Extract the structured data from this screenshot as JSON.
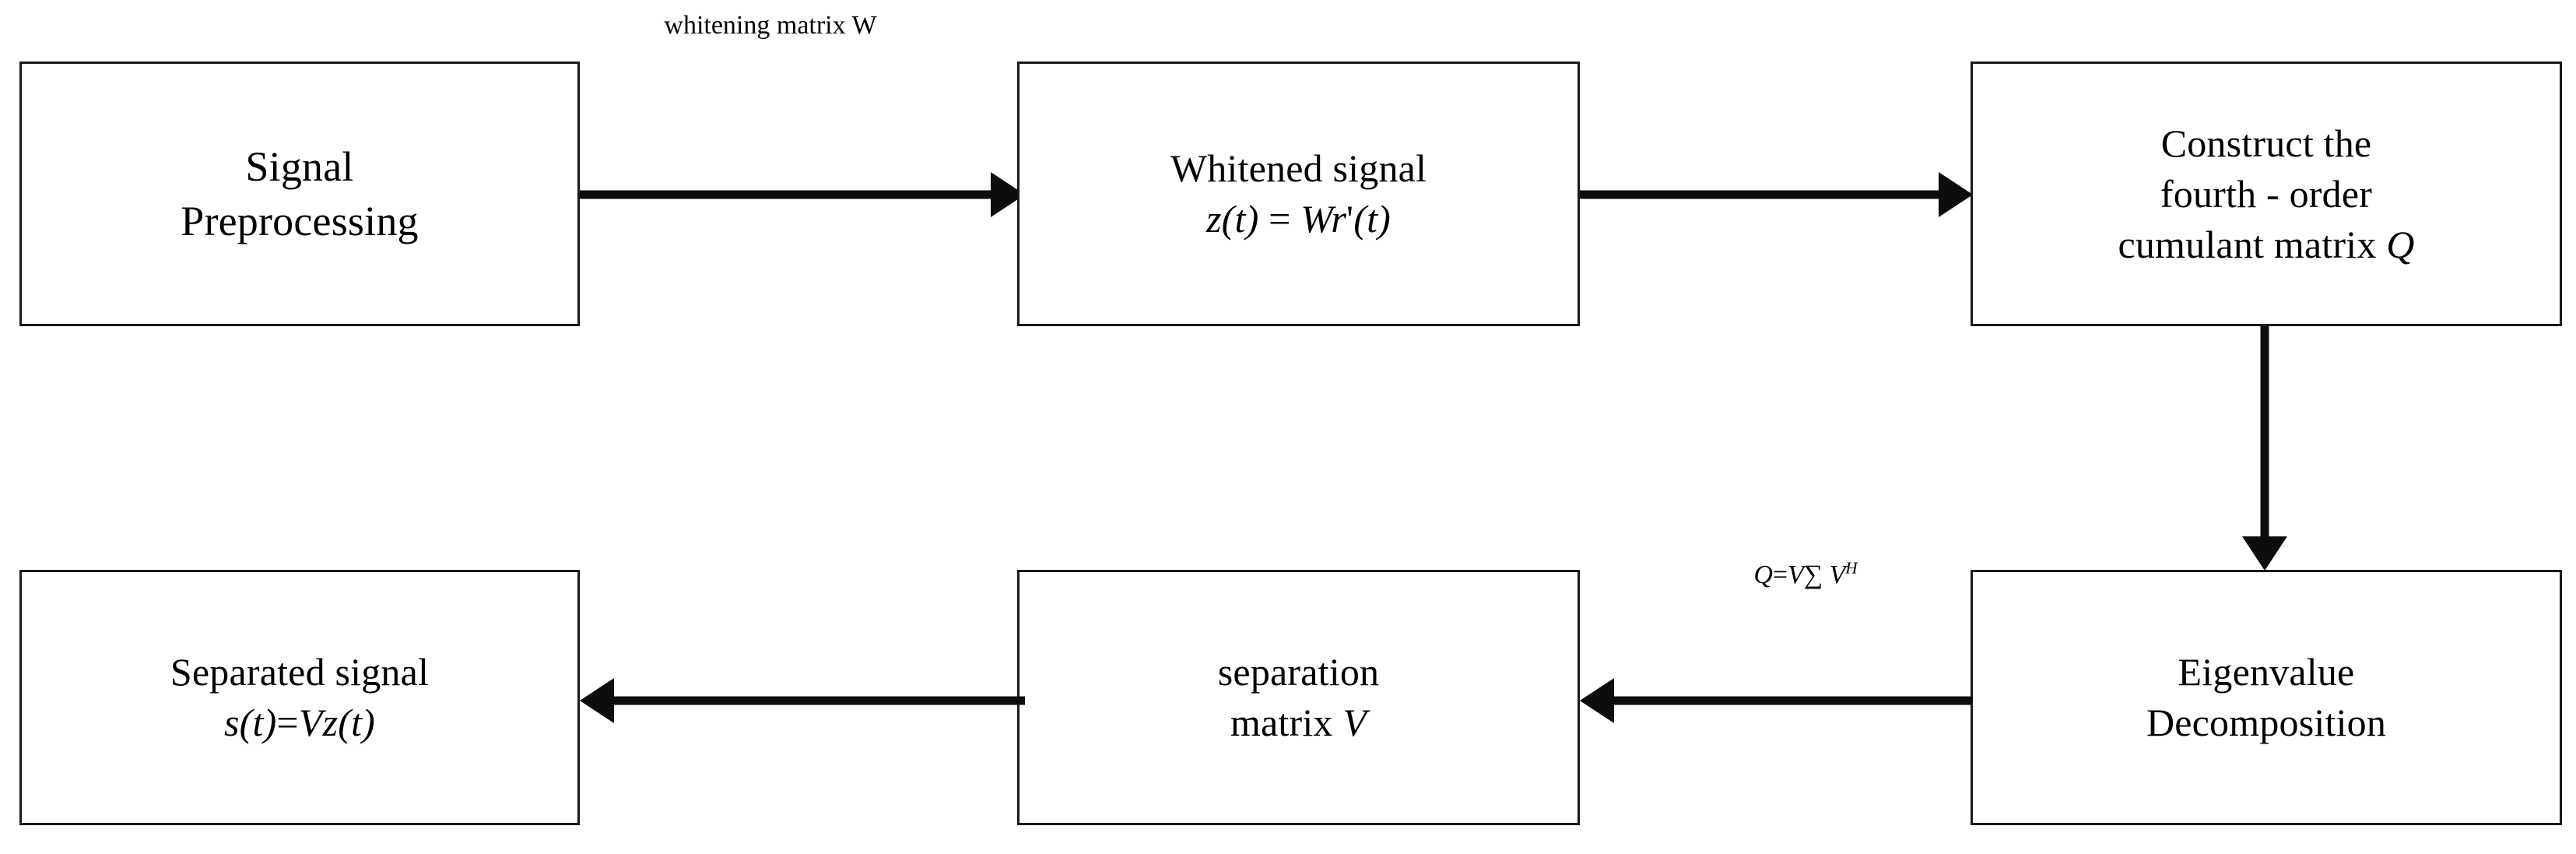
{
  "diagram": {
    "title": "Blind source separation (JADE / fourth-order cumulant) flowchart",
    "stroke_color": "#1a1a1a",
    "background_color": "#ffffff"
  },
  "nodes": [
    {
      "id": "signal-preprocessing",
      "lines": [
        "Signal",
        "Preprocessing"
      ]
    },
    {
      "id": "whitened-signal",
      "lines": [
        "Whitened signal"
      ],
      "formula": {
        "lhs": "z",
        "arg1": "(t)",
        "eq": " = ",
        "rhs": "Wr",
        "prime": "'",
        "arg2": "(t)"
      }
    },
    {
      "id": "construct-cumulant-matrix",
      "lines": [
        "Construct the",
        "fourth - order",
        "cumulant matrix "
      ],
      "symbol": "Q"
    },
    {
      "id": "eigenvalue-decomposition",
      "lines": [
        "Eigenvalue",
        "Decomposition"
      ]
    },
    {
      "id": "separation-matrix",
      "lines": [
        "separation",
        "matrix "
      ],
      "symbol": "V"
    },
    {
      "id": "separated-signal",
      "lines": [
        "Separated signal"
      ],
      "formula": {
        "lhs": "s",
        "arg1": "(t)",
        "eq": "=",
        "rhs": "Vz",
        "arg2": "(t)"
      }
    }
  ],
  "edge_labels": {
    "whitening_matrix": {
      "line1": "whitening",
      "line2": "matrix W"
    },
    "eigen_equation": {
      "lhs": "Q",
      "eq": "=",
      "v1": "V",
      "sigma": "∑ ",
      "v2": "V",
      "sup": "H"
    }
  },
  "connectors": [
    {
      "id": "preprocessing-to-whitened",
      "direction": "right"
    },
    {
      "id": "whitened-to-cumulant",
      "direction": "right"
    },
    {
      "id": "cumulant-to-eigenvalue",
      "direction": "down"
    },
    {
      "id": "eigenvalue-to-separation",
      "direction": "left"
    },
    {
      "id": "separation-to-separated",
      "direction": "left"
    }
  ]
}
